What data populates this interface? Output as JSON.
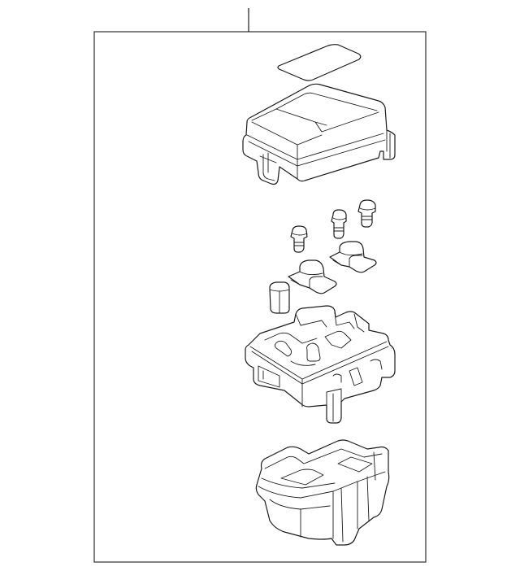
{
  "diagram": {
    "parts": [
      {
        "name": "cover-gasket"
      },
      {
        "name": "upper-cover"
      },
      {
        "name": "fuse-clip-small"
      },
      {
        "name": "fuse-clip-mid"
      },
      {
        "name": "fuse-clip-large"
      },
      {
        "name": "relay-holder-left"
      },
      {
        "name": "relay-holder-right"
      },
      {
        "name": "relay"
      },
      {
        "name": "fuse-box-body"
      },
      {
        "name": "lower-case"
      }
    ]
  }
}
